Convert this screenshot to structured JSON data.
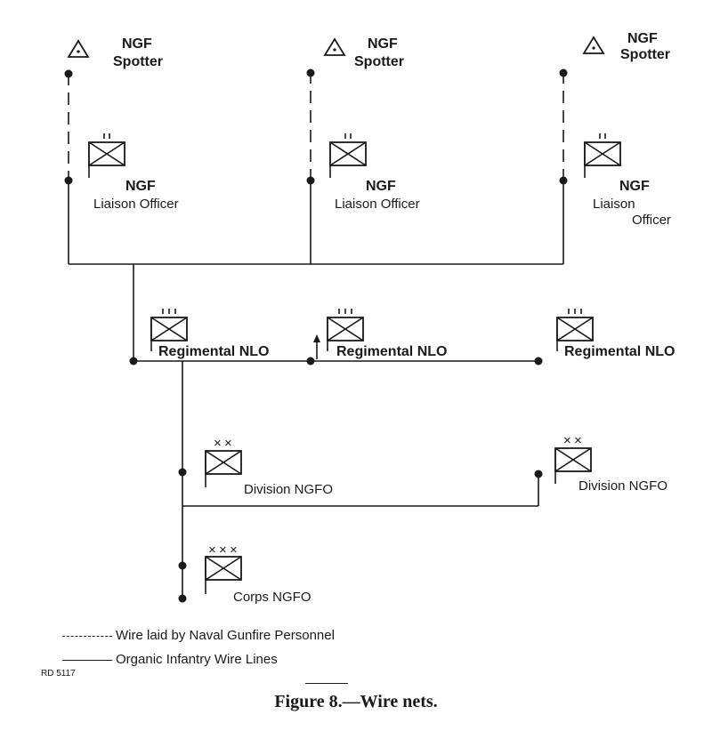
{
  "spotters": [
    {
      "line1": "NGF",
      "line2": "Spotter"
    },
    {
      "line1": "NGF",
      "line2": "Spotter"
    },
    {
      "line1": "NGF",
      "line2": "Spotter"
    }
  ],
  "liaison_officers": [
    {
      "line1": "NGF",
      "line2": "Liaison  Officer"
    },
    {
      "line1": "NGF",
      "line2": "Liaison  Officer"
    },
    {
      "line1": "NGF",
      "line2": "Liaison",
      "line3": "Officer"
    }
  ],
  "regiments": [
    {
      "label": "Regimental  NLO",
      "echelon": "III"
    },
    {
      "label": "Regimental  NLO",
      "echelon": "III"
    },
    {
      "label": "Regimental  NLO",
      "echelon": "III"
    }
  ],
  "divisions": [
    {
      "label": "Division  NGFO",
      "echelon": "xx"
    },
    {
      "label": "Division  NGFO",
      "echelon": "xx"
    }
  ],
  "corps": {
    "label": "Corps  NGFO",
    "echelon": "xxx"
  },
  "legend": {
    "dashed": "Wire  laid  by  Naval  Gunfire  Personnel",
    "solid": "Organic  Infantry  Wire  Lines"
  },
  "reference": "RD  5117",
  "caption": "Figure 8.—Wire nets."
}
